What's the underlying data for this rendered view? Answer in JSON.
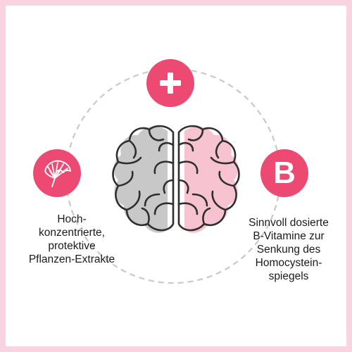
{
  "colors": {
    "accent": "#ec4a73",
    "frame": "#f9d3e0",
    "brain_left_fill": "#c8c8c8",
    "brain_right_fill": "#f7c3d1",
    "brain_outline": "#2f2f2f",
    "dashed_circle": "#c9c9c9"
  },
  "badges": {
    "top_icon": "plus-icon",
    "right_letter": "B",
    "left_icon": "ginkgo-leaf-icon"
  },
  "captions": {
    "left": [
      "Hoch-",
      "konzentrierte,",
      "protektive",
      "Pflanzen-Extrakte"
    ],
    "right": [
      "Sinnvoll dosierte",
      "B-Vitamine zur",
      "Senkung des",
      "Homocystein-",
      "spiegels"
    ]
  }
}
